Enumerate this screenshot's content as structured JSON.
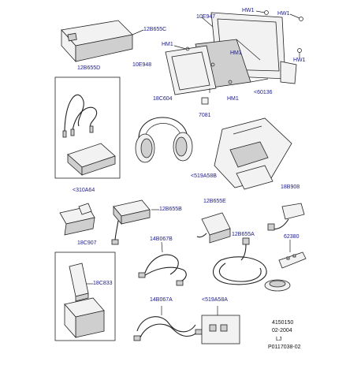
{
  "labels": {
    "p12B655C": "12B655C",
    "p10E947": "10E947",
    "hw1_a": "HW1",
    "hw1_b": "HW1",
    "hm1_a": "HM1",
    "hm1_b": "HM1",
    "hw1_c": "HW1",
    "p10E948": "10E948",
    "hm1_c": "HM1",
    "p60136": "<60136",
    "p12B655D": "12B655D",
    "p18C604": "18C604",
    "p7081": "7081",
    "p519A58B": "<519A58B",
    "p18B908": "18B908",
    "p310A64": "<310A64",
    "p12B655B": "12B655B",
    "p12B655E": "12B655E",
    "p12B655A": "12B655A",
    "p62380": "62380",
    "p18C907": "18C907",
    "p14B067B": "14B067B",
    "p18C833": "18C833",
    "p14B067A": "14B067A",
    "p519A58A": "<519A58A"
  },
  "reference": {
    "line1": "4150150",
    "line2": "02-2004",
    "line3": "LJ",
    "line4": "P0117038-02"
  }
}
